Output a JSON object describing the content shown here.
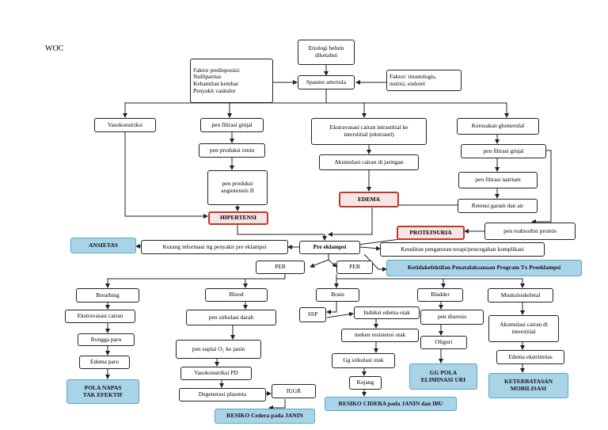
{
  "title": "WOC",
  "nodes": {
    "etiologi": "Etiologi belum\ndiketahui",
    "predisposisi": "Faktor predisposisi:\nNulliparitas\nKehamilan kembar\nPenyakit vaskuler",
    "spasme": "Spasme arteriola",
    "imunologis": "Faktor: imunologis,\nnutrisi, endotel",
    "vasokonstriksi": "Vasokonstriksi",
    "filtrasi1": "pen filtrasi ginjal",
    "renin": "pen produksi renin",
    "angiotensin": "pen produksi\nangiotensin II",
    "hipertensi": "HIPERTENSI",
    "ekstravasasi": "Ekstravasasi cairan intrastitial ke\ninterstitial (ekstrasel)",
    "akumulasi": "Akumulasi cairan di jaringan",
    "edema": "EDEMA",
    "kerusakan": "Kerusakan glomerulal",
    "filtrasi2": "pen filtrasi ginjal",
    "natrium": "pen filtrasi natrium",
    "retensi": "Retensi garam dan air",
    "reabsorbsi": "pen reabsorbsi protein",
    "proteinuria": "PROTEINURIA",
    "ansietas": "ANSIETAS",
    "kurang_info": "Kurang informasi ttg penyakit pre eklampsi",
    "pre_eklampsi": "Pre eklampsi",
    "kesulitan": "Kesulitan pengaturan terapi/pencegahan komplikasi",
    "ketidakefektifan": "Ketidakefektifan Penatalaksanaan Program Tx Preeklampsi",
    "per": "PER",
    "peb": "PEB",
    "breathing": "Breathing",
    "ekstravasasi_cairan": "Ekstravasasi cairan",
    "rongga_paru": "Rongga paru",
    "edema_paru": "Edema paru",
    "pola_napas": "POLA NAPAS\nTAK EFEKTIF",
    "blood": "Blood",
    "sirkulasi_darah": "pen sirkulasi darah",
    "suplai_o2": "pen suplai O₂ ke janin",
    "vasokonstriksi_pd": "Vasokonstriksi PD",
    "degenerasi": "Degenerasi plasenta",
    "iugr": "IUGR",
    "resiko_janin": "RESIKO Cedera pada JANIN",
    "brain": "Brain",
    "ssp": "SSP",
    "induksi": "Induksi edema otak",
    "resistensi": "meken resistensi otak",
    "gg_sirkulasi": "Gg sirkulasi otak",
    "kejang": "Kejang",
    "resiko_janin_ibu": "RESIKO CIDERA pada JANIN dan IBU",
    "bladder": "Bladder",
    "diuresis": "pen diuresis",
    "oliguri": "Oliguri",
    "gg_pola": "GG POLA\nELIMINASI URI",
    "musculoskeletal": "Muskuloskeletal",
    "akumulasi_interstitial": "Akumulasi cairan di\ninterstitial",
    "edema_ekstremitas": "Edema ekstrimitas",
    "keterbatasan": "KETERBATASAN\nMOBILISASI"
  }
}
